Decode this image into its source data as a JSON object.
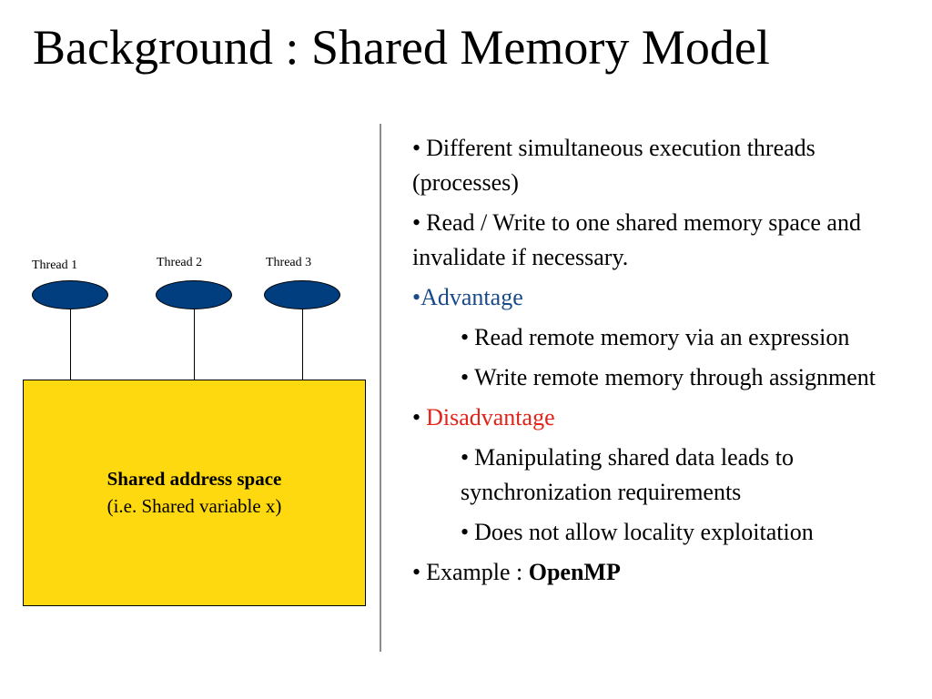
{
  "slide": {
    "title": "Background : Shared Memory Model"
  },
  "diagram": {
    "threads": [
      {
        "label": "Thread 1"
      },
      {
        "label": "Thread 2"
      },
      {
        "label": "Thread 3"
      }
    ],
    "shared_space": {
      "title": "Shared address space",
      "subtitle": "(i.e.  Shared variable x)"
    },
    "colors": {
      "thread_fill": "#003e80",
      "shared_fill": "#fed90f"
    }
  },
  "bullets": {
    "marker": "•",
    "item1": "Different simultaneous execution threads (processes)",
    "item2": "Read / Write to one shared memory space and invalidate if necessary.",
    "advantage_label": "Advantage",
    "advantage_items": [
      "Read remote memory via an expression",
      "Write remote memory through assignment"
    ],
    "disadvantage_label": "Disadvantage",
    "disadvantage_items": [
      "Manipulating shared data leads to synchronization requirements",
      "Does not allow locality exploitation"
    ],
    "example_prefix": "Example : ",
    "example_value": "OpenMP"
  }
}
